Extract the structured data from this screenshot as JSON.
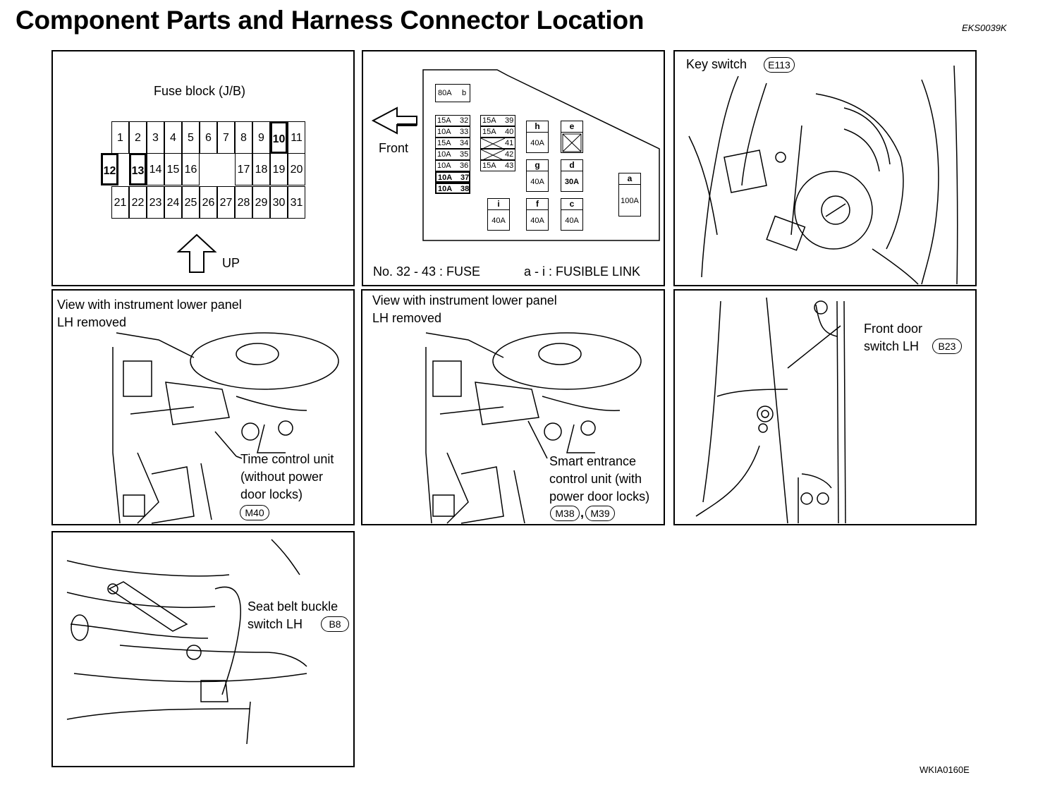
{
  "title": "Component Parts and Harness Connector Location",
  "doc_code": "EKS0039K",
  "figure_code": "WKIA0160E",
  "fuse_block": {
    "label": "Fuse block (J/B)",
    "row1": [
      "1",
      "2",
      "3",
      "4",
      "5",
      "6",
      "7",
      "8",
      "9",
      "10",
      "11"
    ],
    "row2_left": [
      "12",
      "13",
      "14",
      "15",
      "16"
    ],
    "row2_right": [
      "17",
      "18",
      "19",
      "20"
    ],
    "row3": [
      "21",
      "22",
      "23",
      "24",
      "25",
      "26",
      "27",
      "28",
      "29",
      "30",
      "31"
    ],
    "up_label": "UP"
  },
  "fusible_link": {
    "front_label": "Front",
    "fuses": [
      {
        "amp": "15A",
        "num": "32"
      },
      {
        "amp": "10A",
        "num": "33"
      },
      {
        "amp": "15A",
        "num": "34"
      },
      {
        "amp": "10A",
        "num": "35"
      },
      {
        "amp": "10A",
        "num": "36"
      },
      {
        "amp": "10A",
        "num": "37"
      },
      {
        "amp": "10A",
        "num": "38"
      }
    ],
    "fuses2": [
      {
        "amp": "15A",
        "num": "39"
      },
      {
        "amp": "15A",
        "num": "40"
      },
      {
        "amp": "",
        "num": "41"
      },
      {
        "amp": "",
        "num": "42"
      },
      {
        "amp": "15A",
        "num": "43"
      }
    ],
    "top": {
      "amp": "80A",
      "id": "b"
    },
    "links": {
      "h": {
        "id": "h",
        "amp": "40A"
      },
      "e": {
        "id": "e",
        "amp": ""
      },
      "g": {
        "id": "g",
        "amp": "40A"
      },
      "d": {
        "id": "d",
        "amp": "30A"
      },
      "a": {
        "id": "a",
        "amp": "100A"
      },
      "i": {
        "id": "i",
        "amp": "40A"
      },
      "f": {
        "id": "f",
        "amp": "40A"
      },
      "c": {
        "id": "c",
        "amp": "40A"
      }
    },
    "legend_fuse": "No. 32 - 43 : FUSE",
    "legend_link": "a - i : FUSIBLE LINK"
  },
  "key_switch": {
    "label": "Key switch",
    "connector": "E113"
  },
  "panel_time": {
    "heading1": "View with instrument lower panel",
    "heading2": "LH removed",
    "line1": "Time control unit",
    "line2": "(without power",
    "line3": "door locks)",
    "connector": "M40"
  },
  "panel_smart": {
    "heading1": "View with instrument lower panel",
    "heading2": "LH removed",
    "line1": "Smart entrance",
    "line2": "control unit (with",
    "line3": "power door locks)",
    "connector1": "M38",
    "sep": ",",
    "connector2": "M39"
  },
  "door_switch": {
    "line1": "Front door",
    "line2": "switch LH",
    "connector": "B23"
  },
  "seat_belt": {
    "line1": "Seat belt buckle",
    "line2": "switch LH",
    "connector": "B8"
  }
}
